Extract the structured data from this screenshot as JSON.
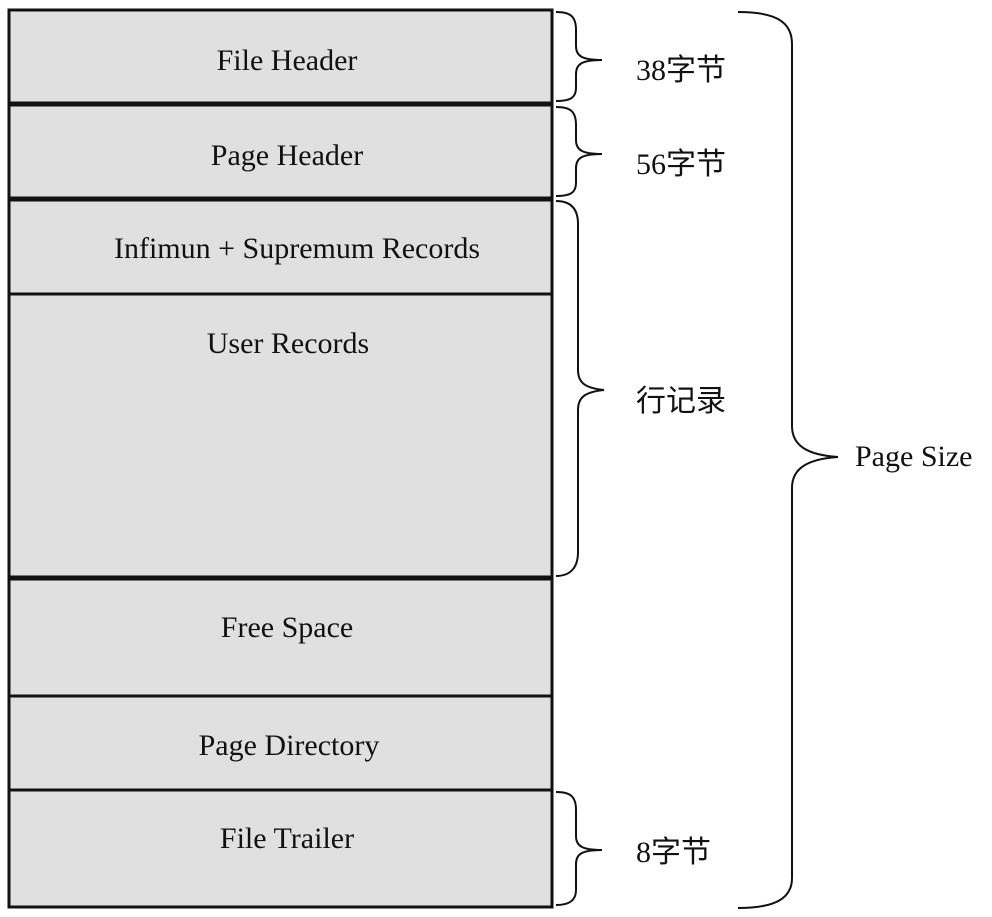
{
  "colors": {
    "fill": "#e0e0e0",
    "stroke": "#111111"
  },
  "segments": [
    {
      "id": "file-header",
      "label": "File Header"
    },
    {
      "id": "page-header",
      "label": "Page Header"
    },
    {
      "id": "infimum-supremum",
      "label": "Infimun + Supremum Records"
    },
    {
      "id": "user-records",
      "label": "User Records"
    },
    {
      "id": "free-space",
      "label": "Free Space"
    },
    {
      "id": "page-directory",
      "label": "Page Directory"
    },
    {
      "id": "file-trailer",
      "label": "File Trailer"
    }
  ],
  "annotations": {
    "file_header_size": "38字节",
    "page_header_size": "56字节",
    "row_records": "行记录",
    "file_trailer_size": "8字节",
    "page_size": "Page Size"
  }
}
